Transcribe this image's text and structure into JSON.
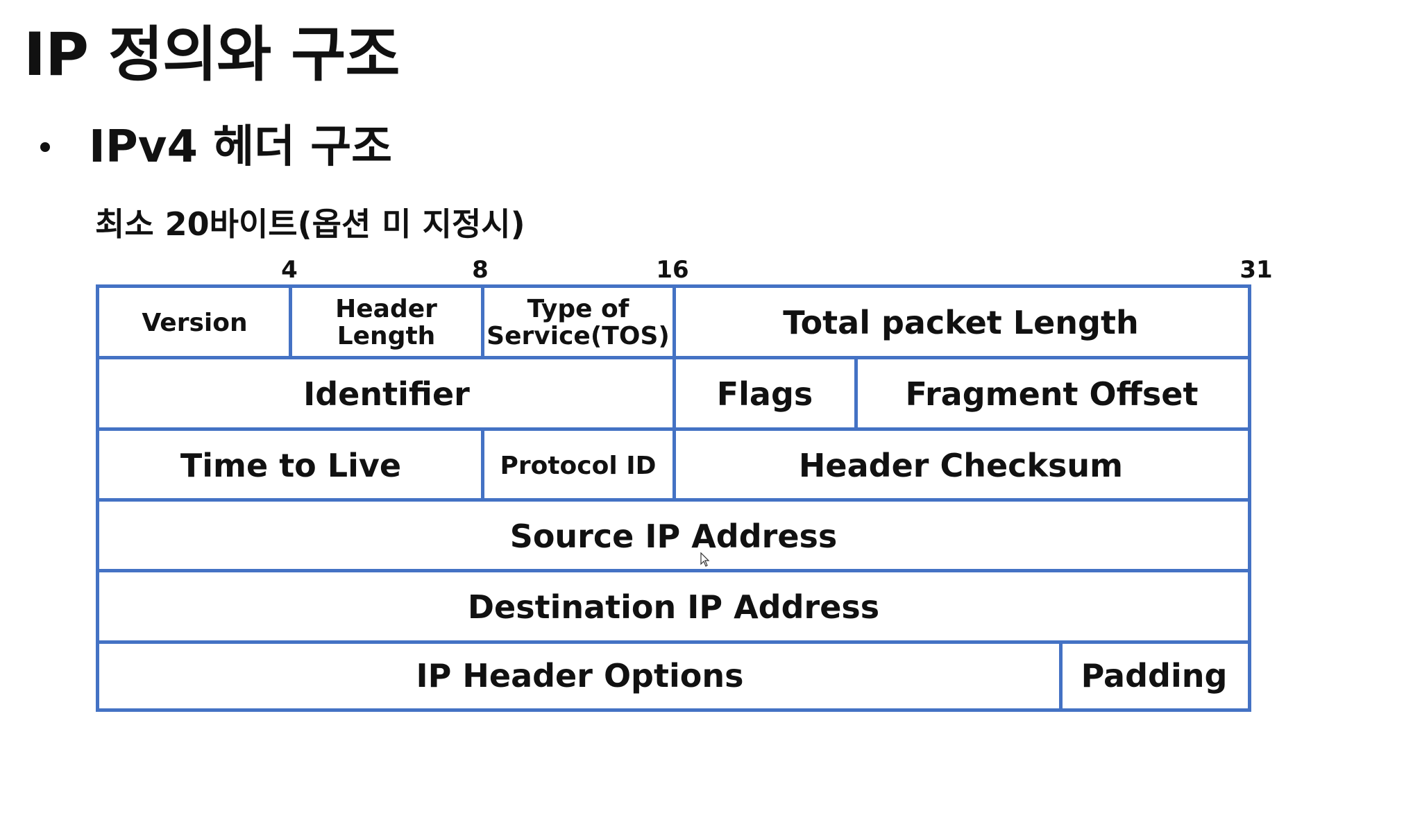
{
  "title": "IP 정의와 구조",
  "bullet": "IPv4 헤더 구조",
  "caption": "최소 20바이트(옵션 미 지정시)",
  "bit_markers": [
    "4",
    "8",
    "16",
    "31"
  ],
  "rows": [
    {
      "cells": [
        "Version",
        "Header Length",
        "Type of Service(TOS)",
        "Total packet Length"
      ]
    },
    {
      "cells": [
        "Identifier",
        "Flags",
        "Fragment Offset"
      ]
    },
    {
      "cells": [
        "Time to Live",
        "Protocol ID",
        "Header Checksum"
      ]
    },
    {
      "cells": [
        "Source IP Address"
      ]
    },
    {
      "cells": [
        "Destination IP Address"
      ]
    },
    {
      "cells": [
        "IP Header Options",
        "Padding"
      ]
    }
  ],
  "colors": {
    "border": "#4472c4",
    "text": "#111111",
    "background": "#ffffff"
  }
}
